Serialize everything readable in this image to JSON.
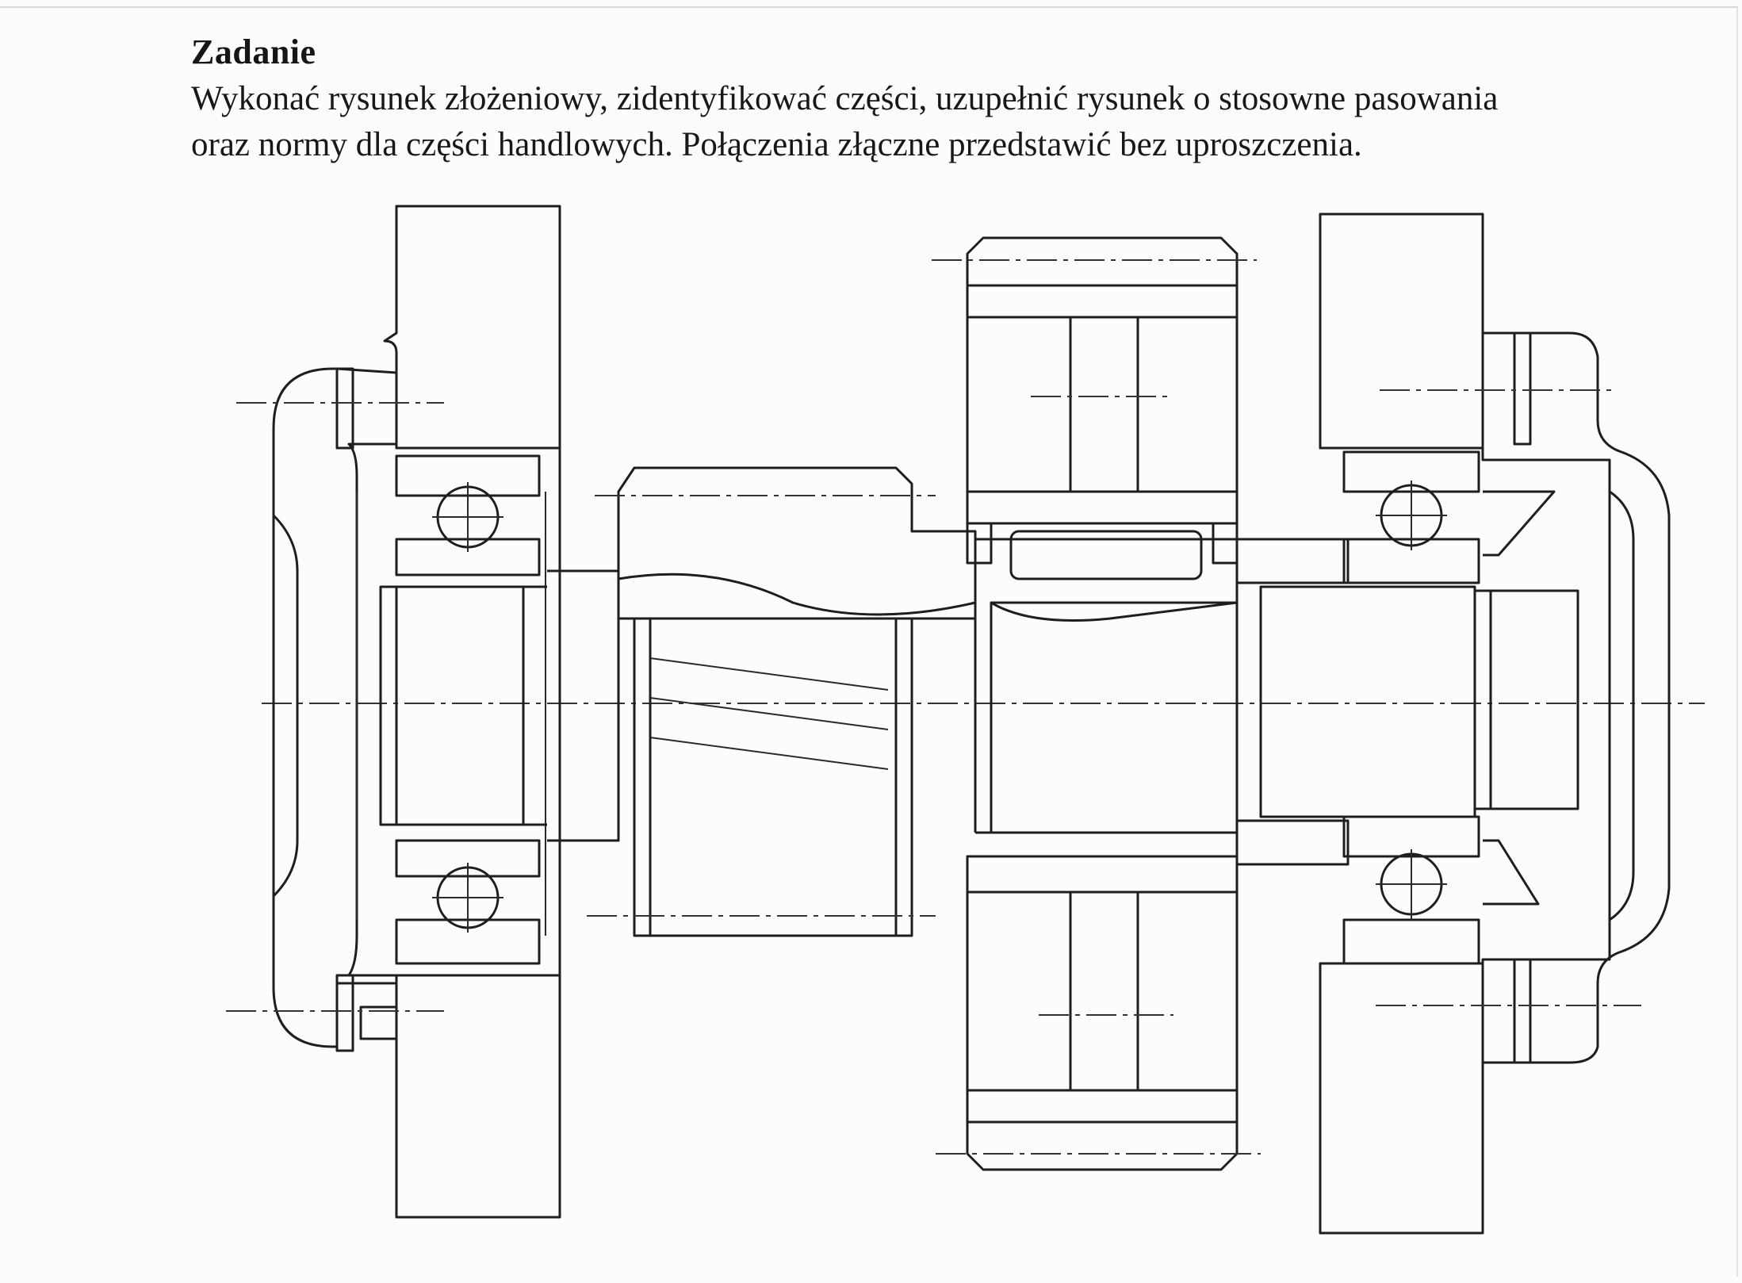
{
  "task": {
    "heading": "Zadanie",
    "line1": "Wykonać rysunek złożeniowy, zidentyfikować części, uzupełnić rysunek o stosowne pasowania",
    "line2": "oraz normy dla części handlowych. Połączenia złączne przedstawić bez uproszczenia."
  },
  "drawing": {
    "type": "assembly-section",
    "colors": {
      "line": "#1e1e1e",
      "paper": "#fcfcfc"
    }
  }
}
